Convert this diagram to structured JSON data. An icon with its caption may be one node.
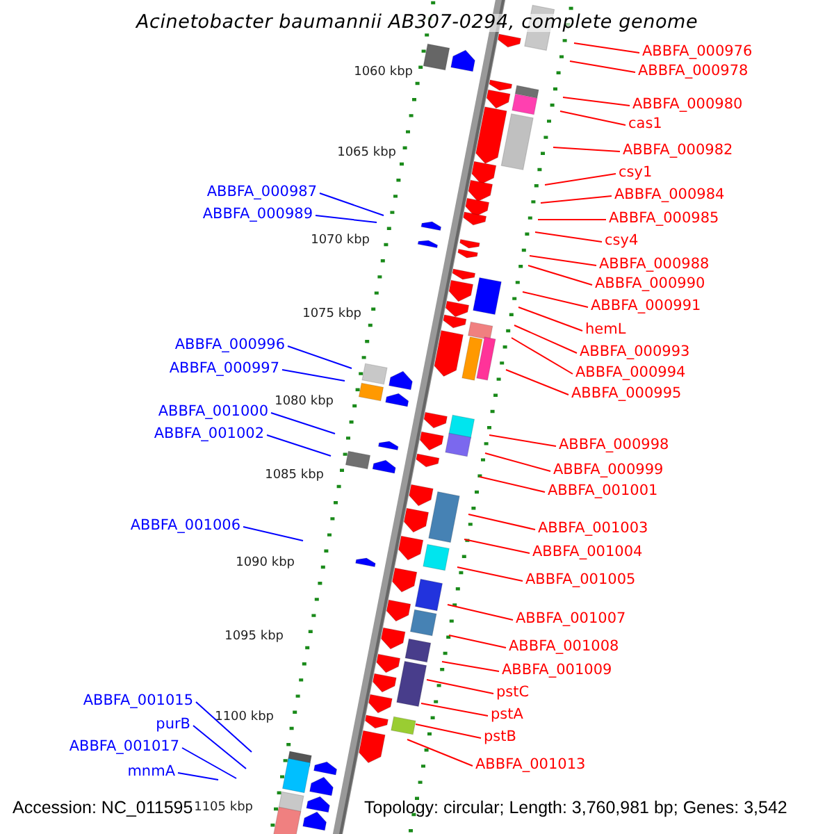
{
  "diagram": {
    "title": "Acinetobacter baumannii AB307-0294, complete genome",
    "nodes": [
      {
        "text": [
          "ABBFA_000976"
        ]
      },
      {
        "text": [
          "ABBFA_000978"
        ]
      },
      {
        "text": [
          "ABBFA_000980"
        ]
      },
      {
        "text": [
          "cas1"
        ]
      },
      {
        "text": [
          "ABBFA_000982"
        ]
      },
      {
        "text": [
          "csy1"
        ]
      },
      {
        "text": [
          "ABBFA_000987"
        ]
      },
      {
        "text": [
          "ABBFA_000984"
        ]
      },
      {
        "text": [
          "ABBFA_000989"
        ]
      },
      {
        "text": [
          "ABBFA_000985"
        ]
      },
      {
        "text": [
          "csy4"
        ]
      },
      {
        "text": [
          "ABBFA_000988"
        ]
      },
      {
        "text": [
          "ABBFA_000990"
        ]
      },
      {
        "text": [
          "ABBFA_000991"
        ]
      },
      {
        "text": [
          "hemL"
        ]
      },
      {
        "text": [
          "ABBFA_000996"
        ]
      },
      {
        "text": [
          "ABBFA_000993"
        ]
      },
      {
        "text": [
          "ABBFA_000997"
        ]
      },
      {
        "text": [
          "ABBFA_000994"
        ]
      },
      {
        "text": [
          "ABBFA_000995"
        ]
      },
      {
        "text": [
          "ABBFA_001000"
        ]
      },
      {
        "text": [
          "ABBFA_001002"
        ]
      },
      {
        "text": [
          "ABBFA_000998"
        ]
      },
      {
        "text": [
          "ABBFA_000999"
        ]
      },
      {
        "text": [
          "ABBFA_001001"
        ]
      },
      {
        "text": [
          "ABBFA_001006"
        ]
      },
      {
        "text": [
          "ABBFA_001003"
        ]
      },
      {
        "text": [
          "ABBFA_001004"
        ]
      },
      {
        "text": [
          "ABBFA_001005"
        ]
      },
      {
        "text": [
          "ABBFA_001007"
        ]
      },
      {
        "text": [
          "ABBFA_001008"
        ]
      },
      {
        "text": [
          "ABBFA_001009"
        ]
      },
      {
        "text": [
          "pstC"
        ]
      },
      {
        "text": [
          "ABBFA_001015"
        ]
      },
      {
        "text": [
          "pstA"
        ]
      },
      {
        "text": [
          "purB"
        ]
      },
      {
        "text": [
          "pstB"
        ]
      },
      {
        "text": [
          "ABBFA_001017"
        ]
      },
      {
        "text": [
          "ABBFA_001013"
        ]
      },
      {
        "text": [
          "mnmA"
        ]
      }
    ],
    "edges": [
      {
        "from": 0,
        "to": null,
        "arrow": "none"
      },
      {
        "from": 1,
        "to": null,
        "arrow": "none"
      },
      {
        "from": 2,
        "to": null,
        "arrow": "none"
      },
      {
        "from": 3,
        "to": null,
        "arrow": "none"
      },
      {
        "from": 4,
        "to": null,
        "arrow": "none"
      },
      {
        "from": 5,
        "to": null,
        "arrow": "none"
      },
      {
        "from": 6,
        "to": null,
        "arrow": "none",
        "color": "#0000ff"
      },
      {
        "from": 7,
        "to": null,
        "arrow": "none"
      },
      {
        "from": 8,
        "to": null,
        "arrow": "none",
        "color": "#0000ff"
      },
      {
        "from": 9,
        "to": null,
        "arrow": "none"
      },
      {
        "from": 10,
        "to": null,
        "arrow": "none"
      },
      {
        "from": 11,
        "to": null,
        "arrow": "none"
      },
      {
        "from": 12,
        "to": null,
        "arrow": "none"
      },
      {
        "from": 13,
        "to": null,
        "arrow": "none"
      },
      {
        "from": 14,
        "to": null,
        "arrow": "none"
      },
      {
        "from": 15,
        "to": null,
        "arrow": "none",
        "color": "#0000ff"
      },
      {
        "from": 16,
        "to": null,
        "arrow": "none"
      },
      {
        "from": 17,
        "to": null,
        "arrow": "none",
        "color": "#0000ff"
      },
      {
        "from": 18,
        "to": null,
        "arrow": "none"
      },
      {
        "from": 19,
        "to": null,
        "arrow": "none"
      },
      {
        "from": 20,
        "to": null,
        "arrow": "none",
        "color": "#0000ff"
      },
      {
        "from": 21,
        "to": null,
        "arrow": "none",
        "color": "#0000ff"
      },
      {
        "from": 22,
        "to": null,
        "arrow": "none"
      },
      {
        "from": 23,
        "to": null,
        "arrow": "none"
      },
      {
        "from": 24,
        "to": null,
        "arrow": "none"
      },
      {
        "from": 25,
        "to": null,
        "arrow": "none",
        "color": "#0000ff"
      },
      {
        "from": 26,
        "to": null,
        "arrow": "none"
      },
      {
        "from": 27,
        "to": null,
        "arrow": "none"
      },
      {
        "from": 28,
        "to": null,
        "arrow": "none"
      },
      {
        "from": 29,
        "to": null,
        "arrow": "none"
      },
      {
        "from": 30,
        "to": null,
        "arrow": "none"
      },
      {
        "from": 31,
        "to": null,
        "arrow": "none"
      },
      {
        "from": 32,
        "to": null,
        "arrow": "none"
      },
      {
        "from": 33,
        "to": null,
        "arrow": "none",
        "color": "#0000ff"
      },
      {
        "from": 34,
        "to": null,
        "arrow": "none"
      },
      {
        "from": 35,
        "to": null,
        "arrow": "none",
        "color": "#0000ff"
      },
      {
        "from": 36,
        "to": null,
        "arrow": "none"
      },
      {
        "from": 37,
        "to": null,
        "arrow": "none",
        "color": "#0000ff"
      },
      {
        "from": 38,
        "to": null,
        "arrow": "none"
      },
      {
        "from": 39,
        "to": null,
        "arrow": "none",
        "color": "#0000ff"
      }
    ],
    "labels": [
      "1060 kbp",
      "1065 kbp",
      "1070 kbp",
      "1075 kbp",
      "1080 kbp",
      "1085 kbp",
      "1090 kbp",
      "1095 kbp",
      "1100 kbp",
      "1105 kbp",
      "Accession: NC_011595",
      "Topology: circular; Length: 3,760,981 bp; Genes: 3,542"
    ]
  }
}
